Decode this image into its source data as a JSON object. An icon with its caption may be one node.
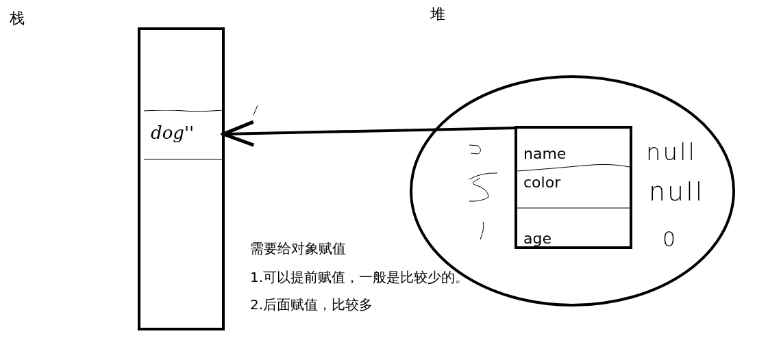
{
  "diagram": {
    "nodes": [
      {
        "text": [],
        "shape": "box"
      },
      {
        "text": [
          "dog''"
        ],
        "in": 0
      },
      {
        "text": [],
        "shape": "ellipse"
      },
      {
        "text": [
          "name",
          "color",
          "age"
        ],
        "in": 2,
        "beside": [
          "null",
          "null",
          "0"
        ]
      }
    ],
    "edges": [
      {
        "from": 3,
        "to": 1,
        "arrow": "to"
      }
    ],
    "labels": [
      "栈",
      "堆",
      "需要给对象赋值",
      "1.可以提前赋值，一般是比较少的。",
      "2.后面赋值，比较多"
    ]
  }
}
